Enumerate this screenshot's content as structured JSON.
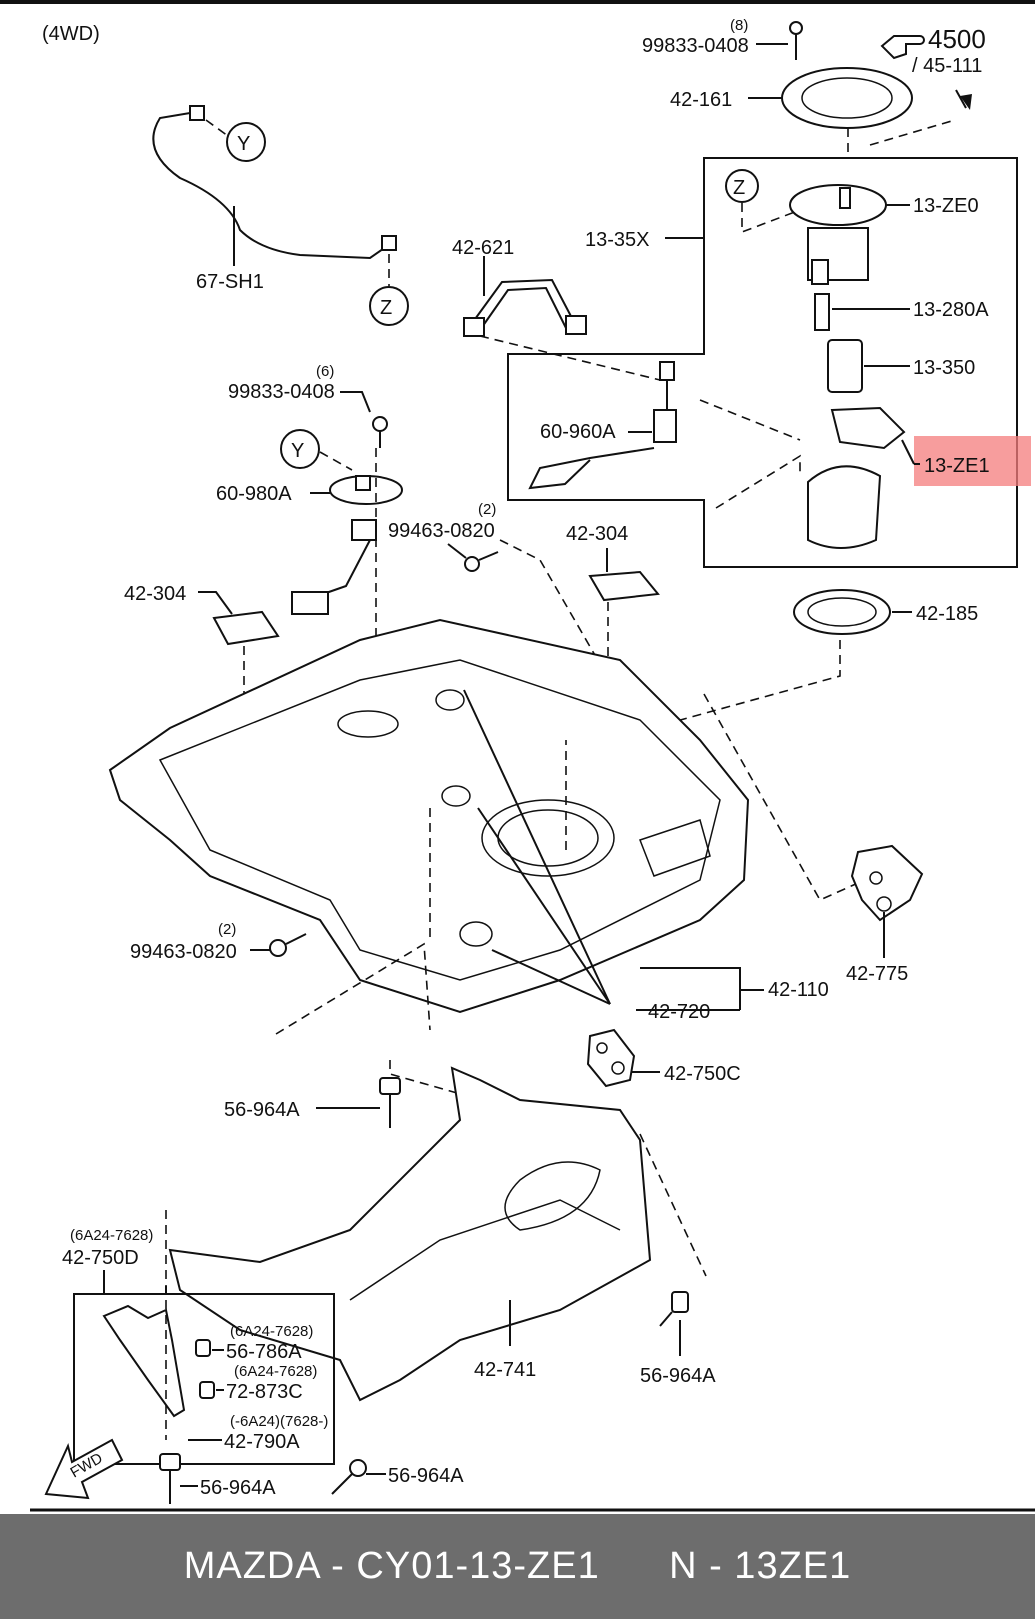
{
  "diagram": {
    "drive_label": "(4WD)",
    "ref": {
      "number": "4500",
      "sub": "/ 45-111"
    },
    "connectors": {
      "y": "Y",
      "z": "Z"
    },
    "labels": {
      "p99833_top_qty": "(8)",
      "p99833_top": "99833-0408",
      "p42_161": "42-161",
      "p13_ze0": "13-ZE0",
      "p13_35x": "13-35X",
      "p42_621": "42-621",
      "p67_sh1": "67-SH1",
      "p13_280a": "13-280A",
      "p13_350": "13-350",
      "p60_960a": "60-960A",
      "p13_ze1": "13-ZE1",
      "p99833_mid_qty": "(6)",
      "p99833_mid": "99833-0408",
      "p60_980a": "60-980A",
      "p99463_top_qty": "(2)",
      "p99463_top": "99463-0820",
      "p42_304_right": "42-304",
      "p42_304_left": "42-304",
      "p42_185": "42-185",
      "p42_775": "42-775",
      "p99463_bot_qty": "(2)",
      "p99463_bot": "99463-0820",
      "p42_110": "42-110",
      "p42_720": "42-720",
      "p42_750c": "42-750C",
      "p56_964a_a": "56-964A",
      "p42_750d_note": "(6A24-7628)",
      "p42_750d": "42-750D",
      "p56_786a_note": "(6A24-7628)",
      "p56_786a": "56-786A",
      "p72_873c_note": "(6A24-7628)",
      "p72_873c": "72-873C",
      "p42_790a_note": "(-6A24)(7628-)",
      "p42_790a": "42-790A",
      "p42_741": "42-741",
      "p56_964a_b": "56-964A",
      "p56_964a_c": "56-964A",
      "p56_964a_d": "56-964A",
      "fwd": "FWD"
    },
    "highlight_color": "#f47c7c"
  },
  "footer": {
    "brand": "MAZDA",
    "part_number": "CY01-13-ZE1",
    "short_code": "N - 13ZE1",
    "background": "#6d6d6d"
  }
}
